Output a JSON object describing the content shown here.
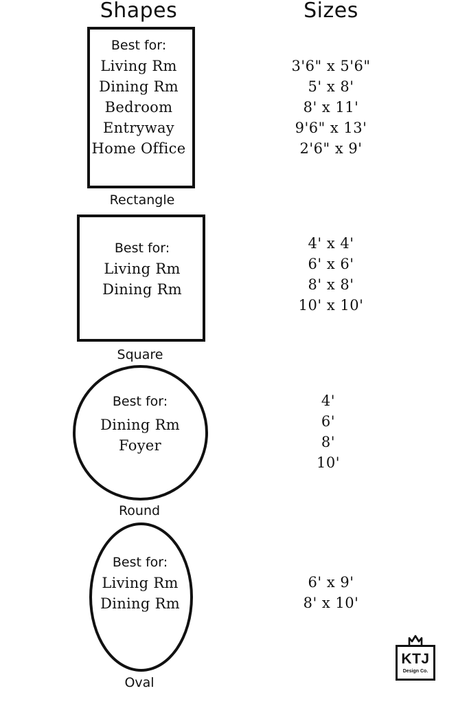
{
  "headers": {
    "shapes": "Shapes",
    "sizes": "Sizes"
  },
  "shapes": {
    "rectangle": {
      "name": "Rectangle",
      "best_for_label": "Best for:",
      "best_for": [
        "Living Rm",
        "Dining Rm",
        "Bedroom",
        "Entryway",
        "Home Office"
      ],
      "sizes": [
        "3'6\" x 5'6\"",
        "5' x 8'",
        "8' x 11'",
        "9'6\" x 13'",
        "2'6\" x 9'"
      ]
    },
    "square": {
      "name": "Square",
      "best_for_label": "Best for:",
      "best_for": [
        "Living Rm",
        "Dining Rm"
      ],
      "sizes": [
        "4' x 4'",
        "6' x 6'",
        "8' x 8'",
        "10' x 10'"
      ]
    },
    "round": {
      "name": "Round",
      "best_for_label": "Best for:",
      "best_for": [
        "Dining Rm",
        "Foyer"
      ],
      "sizes": [
        "4'",
        "6'",
        "8'",
        "10'"
      ]
    },
    "oval": {
      "name": "Oval",
      "best_for_label": "Best for:",
      "best_for": [
        "Living Rm",
        "Dining Rm"
      ],
      "sizes": [
        "6' x 9'",
        "8' x 10'"
      ]
    }
  },
  "logo": {
    "text": "KTJ",
    "subtext": "Design Co.",
    "icon": "tulip-icon"
  }
}
